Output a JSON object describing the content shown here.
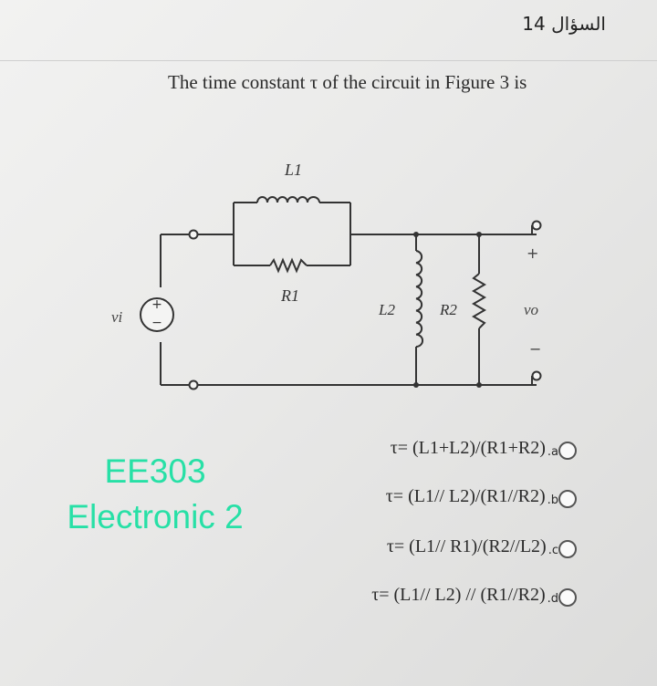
{
  "header": {
    "question_number": "السؤال 14"
  },
  "question": {
    "text": "The time constant τ of the circuit in Figure 3 is"
  },
  "circuit": {
    "labels": {
      "L1": "L1",
      "R1": "R1",
      "L2": "L2",
      "R2": "R2",
      "vi": "vi",
      "vo": "vo",
      "plus": "+",
      "minus": "−"
    }
  },
  "watermark": {
    "line1": "EE303",
    "line2": "Electronic 2"
  },
  "options": [
    {
      "formula": "τ= (L1+L2)/(R1+R2)",
      "letter": ".a"
    },
    {
      "formula": "τ= (L1// L2)/(R1//R2)",
      "letter": ".b"
    },
    {
      "formula": "τ= (L1// R1)/(R2//L2)",
      "letter": ".c"
    },
    {
      "formula": "τ= (L1// L2) // (R1//R2)",
      "letter": ".d"
    }
  ],
  "colors": {
    "watermark": "#27e0a6",
    "text": "#222222"
  }
}
